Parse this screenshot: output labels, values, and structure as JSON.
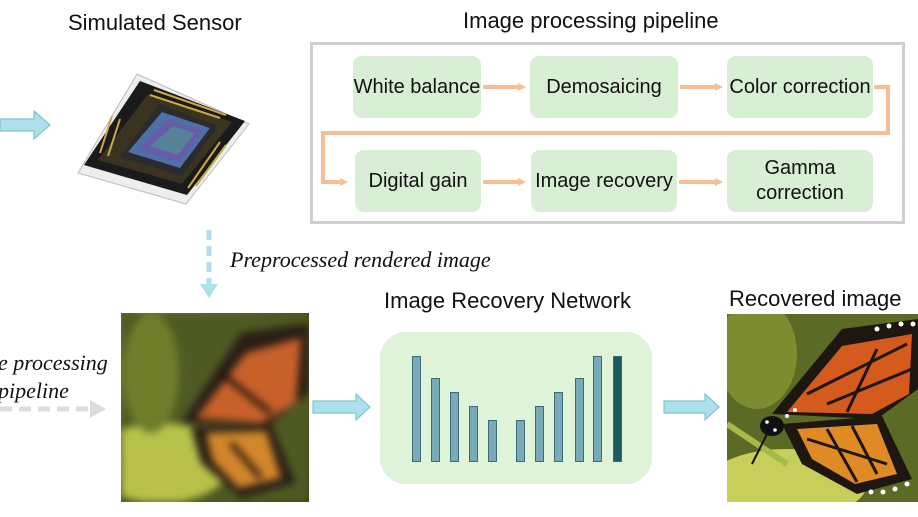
{
  "titles": {
    "sensor": "Simulated Sensor",
    "pipeline": "Image processing pipeline",
    "network": "Image Recovery Network",
    "recovered": "Recovered image"
  },
  "labels": {
    "preprocessed": "Preprocessed rendered image",
    "left_line1": "e processing",
    "left_line2": "pipeline"
  },
  "pipeline_stages": [
    "White balance",
    "Demosaicing",
    "Color correction",
    "Digital gain",
    "Image recovery",
    "Gamma correction"
  ],
  "colors": {
    "stage_fill": "#d8efd5",
    "flow_arrow": "#f6be94",
    "block_arrow": "#aee0ec",
    "pipeline_border": "#cfcfcf",
    "network_fill": "#dff3d9",
    "network_bar": "#78aab8",
    "network_bar_dark": "#1e5a5c"
  },
  "icons": {
    "sensor": "image-sensor-chip-icon",
    "input_image": "blurry-butterfly-image",
    "output_image": "sharp-butterfly-image"
  }
}
